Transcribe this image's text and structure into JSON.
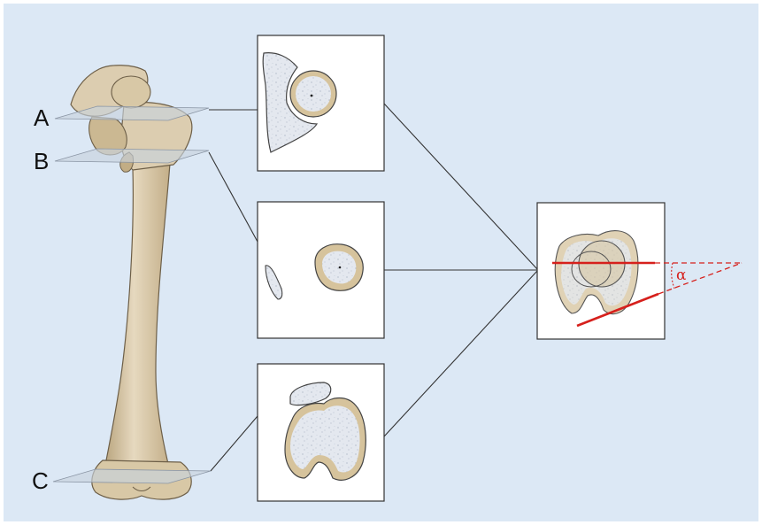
{
  "figure": {
    "plane_labels": {
      "a": "A",
      "b": "B",
      "c": "C"
    },
    "angle_label": "α"
  },
  "colors": {
    "background": "#dce8f5",
    "bone": "#dccdb0",
    "bone_shade": "#c2ad85",
    "section_interior": "#e4e8ef",
    "section_rim": "#d6c39c",
    "line": "#333333",
    "angle_red": "#d6201c"
  }
}
